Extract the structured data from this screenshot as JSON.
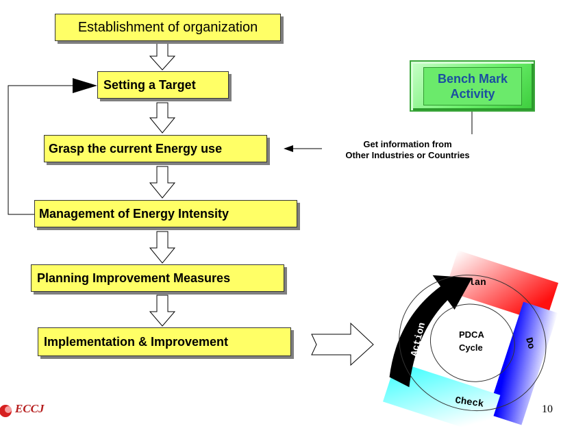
{
  "flow": {
    "steps": [
      "Establishment of organization",
      "Setting a Target",
      "Grasp the current Energy use",
      "Management of Energy Intensity",
      "Planning Improvement Measures",
      "Implementation & Improvement"
    ]
  },
  "benchmark": {
    "line1": "Bench Mark",
    "line2": "Activity"
  },
  "info": {
    "line1": "Get information from",
    "line2": "Other Industries or Countries"
  },
  "pdca": {
    "center1": "PDCA",
    "center2": "Cycle",
    "plan": "Plan",
    "do": "Do",
    "check": "Check",
    "action": "Action"
  },
  "footer": {
    "logo": "ECCJ",
    "page": "10"
  },
  "colors": {
    "box_fill": "#ffff66",
    "bench_green": "#6bea6b",
    "plan_red": "#ff2020",
    "do_blue": "#1010ff",
    "check_cyan": "#40ffff",
    "action_black": "#000000"
  }
}
